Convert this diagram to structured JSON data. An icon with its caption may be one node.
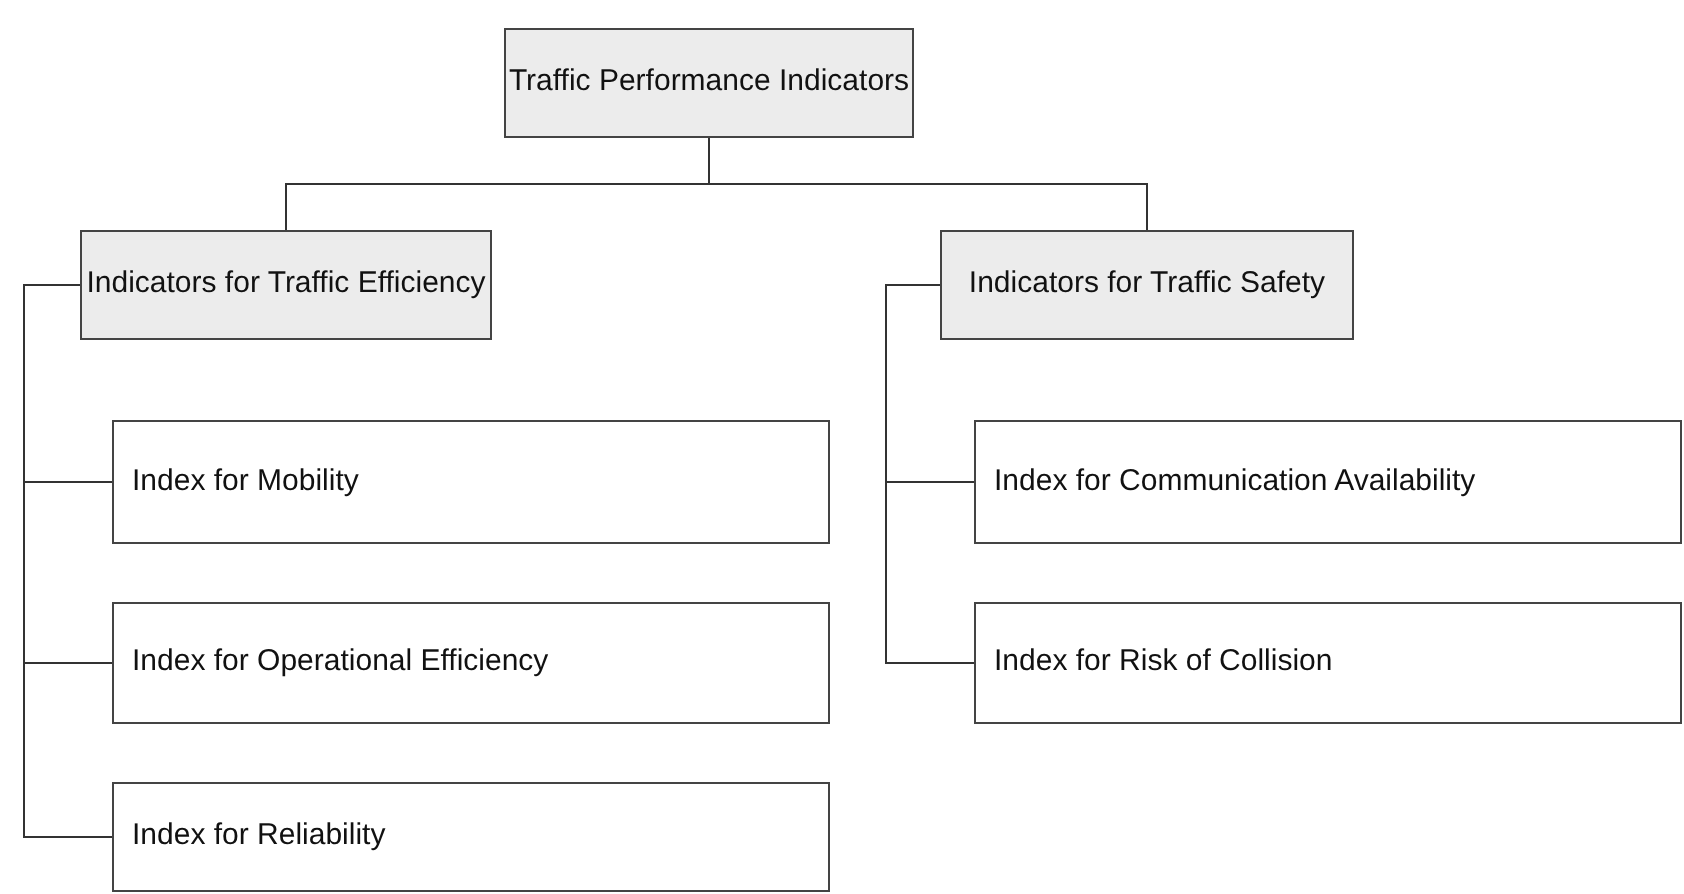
{
  "diagram": {
    "nodes": [
      {
        "text": [
          "Traffic Performance Indicators"
        ]
      },
      {
        "text": [
          "Indicators for Traffic Efficiency"
        ]
      },
      {
        "text": [
          "Indicators for Traffic Safety"
        ]
      },
      {
        "text": [
          "Index for Mobility"
        ]
      },
      {
        "text": [
          "Index for Operational Efficiency"
        ]
      },
      {
        "text": [
          "Index for Reliability"
        ]
      },
      {
        "text": [
          "Index for Communication Availability"
        ]
      },
      {
        "text": [
          "Index for Risk of Collision"
        ]
      }
    ],
    "edges": [
      {
        "from": 0,
        "to": 1,
        "arrow": "none"
      },
      {
        "from": 0,
        "to": 2,
        "arrow": "none"
      },
      {
        "from": 1,
        "to": 3,
        "arrow": "none"
      },
      {
        "from": 1,
        "to": 4,
        "arrow": "none"
      },
      {
        "from": 1,
        "to": 5,
        "arrow": "none"
      },
      {
        "from": 2,
        "to": 6,
        "arrow": "none"
      },
      {
        "from": 2,
        "to": 7,
        "arrow": "none"
      }
    ]
  }
}
